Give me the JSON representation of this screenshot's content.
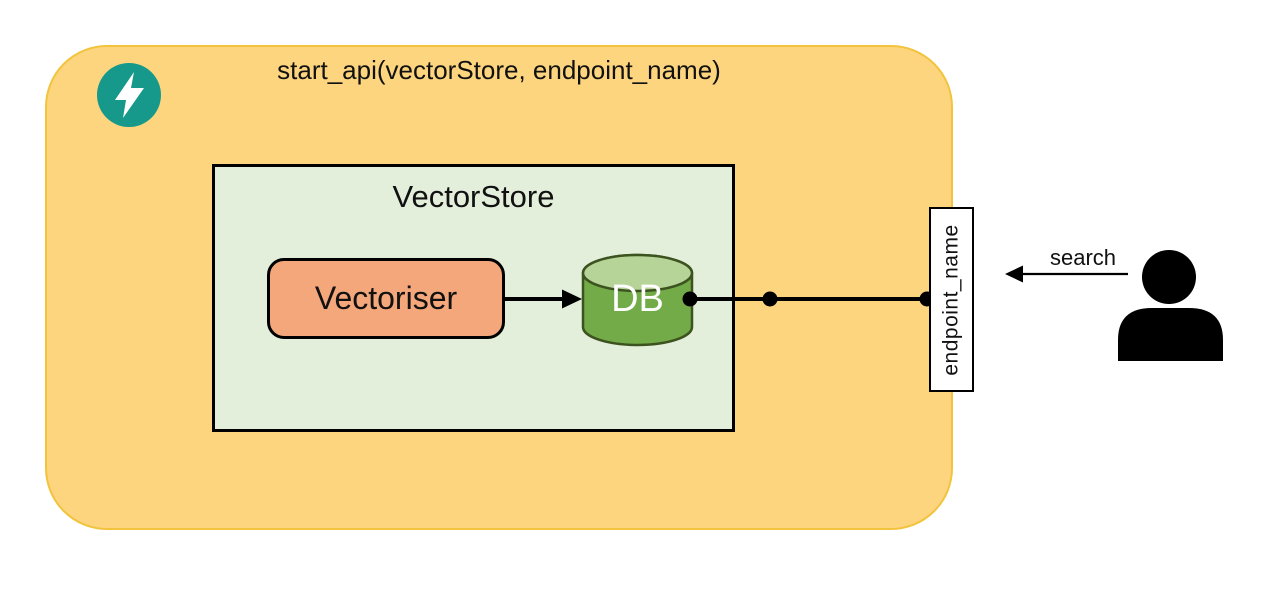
{
  "diagram": {
    "title": "start_api(vectorStore, endpoint_name)",
    "vectorstore_label": "VectorStore",
    "vectoriser_label": "Vectoriser",
    "db_label": "DB",
    "endpoint_label": "endpoint_name",
    "search_label": "search"
  },
  "icons": {
    "badge": "lightning-bolt-icon",
    "actor": "user-icon"
  },
  "colors": {
    "outer-fill": "#fed57f",
    "outer-border": "#f2c43d",
    "badge-teal": "#16998a",
    "inner-fill": "#e3efda",
    "vectoriser-fill": "#f3a77b",
    "db-fill": "#73ab48",
    "db-top": "#b6d398",
    "db-stroke": "#3c521f"
  }
}
